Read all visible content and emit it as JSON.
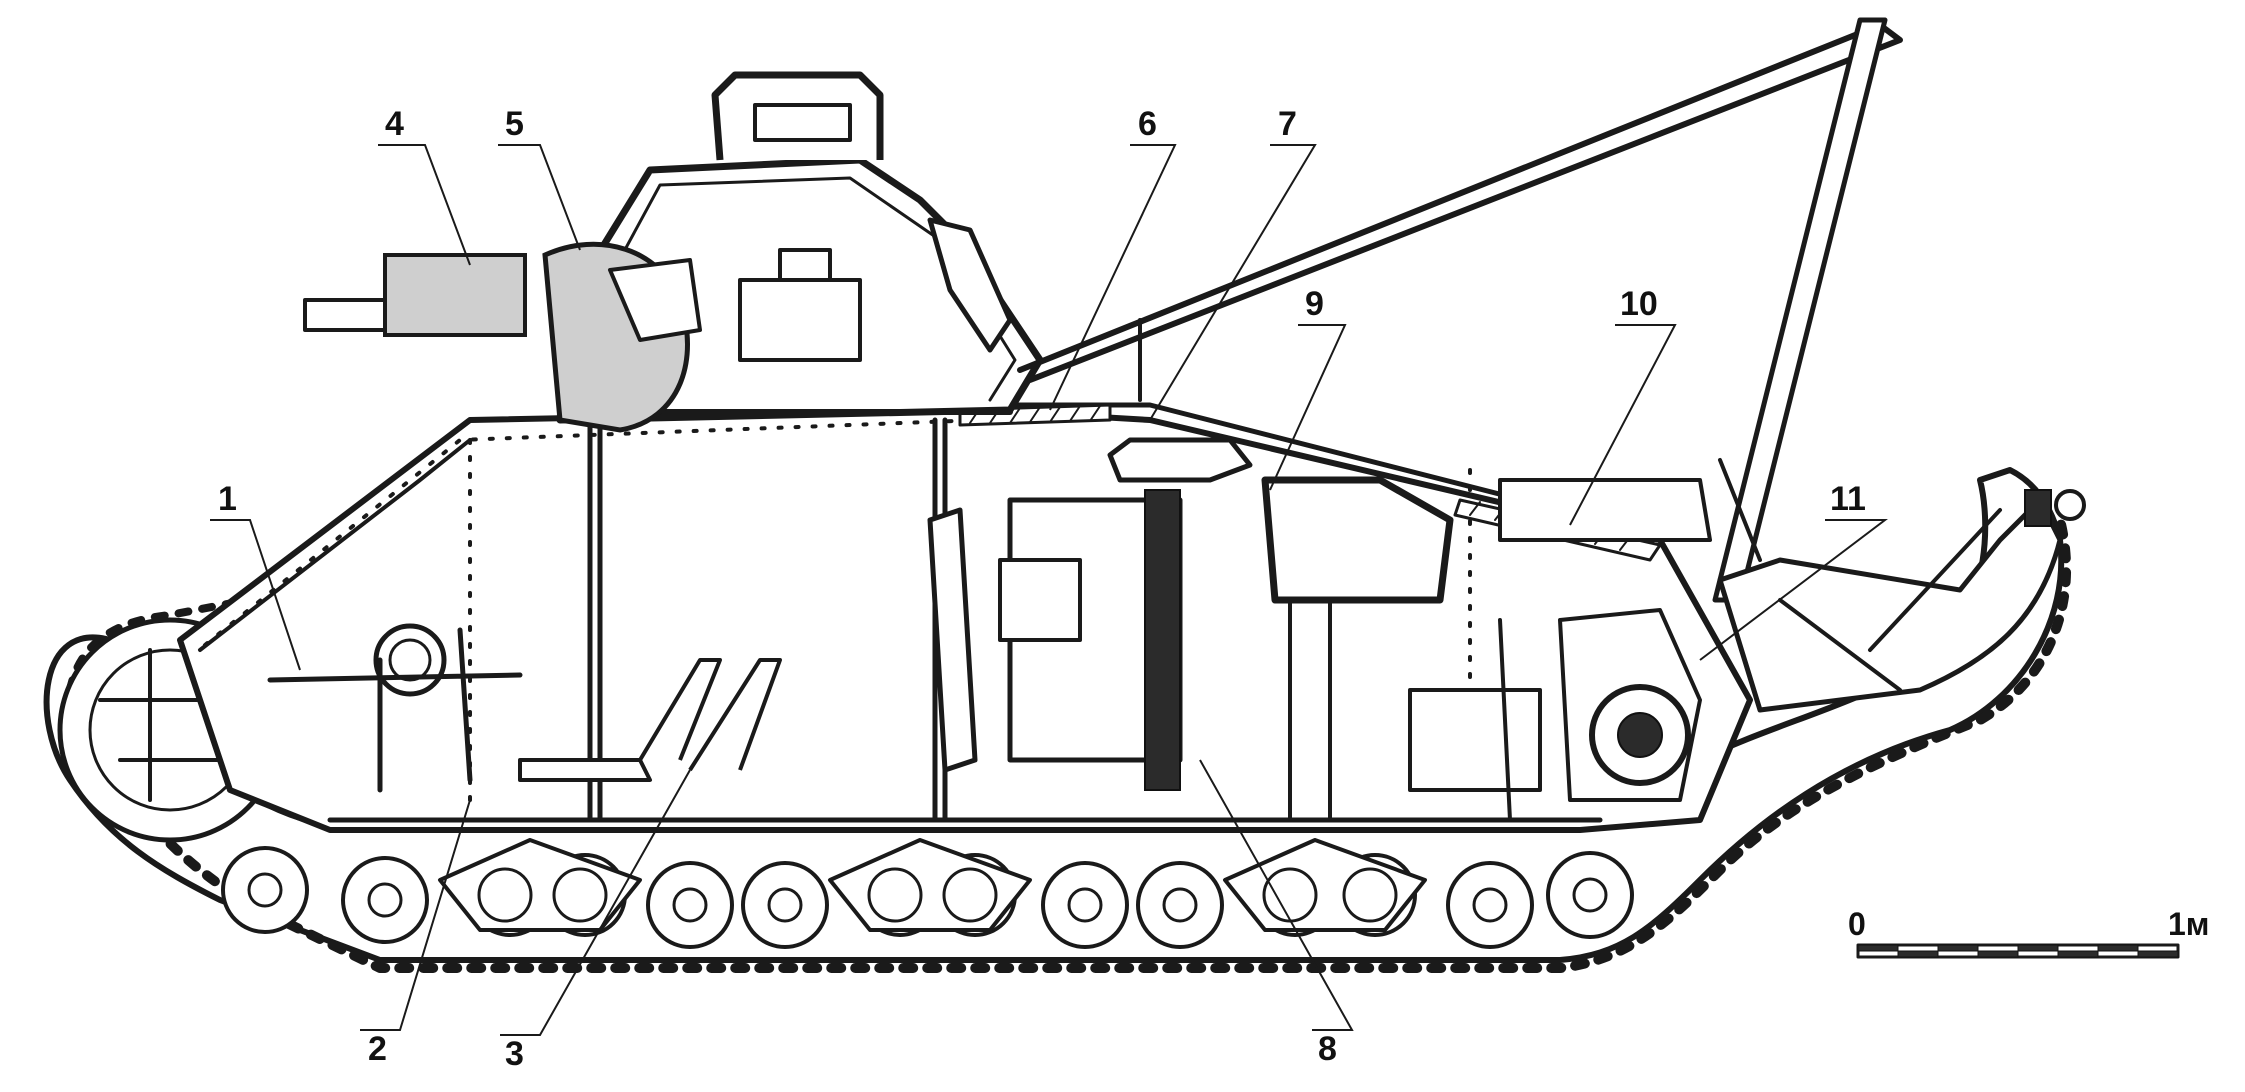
{
  "callouts": [
    {
      "id": "1",
      "label": "1"
    },
    {
      "id": "2",
      "label": "2"
    },
    {
      "id": "3",
      "label": "3"
    },
    {
      "id": "4",
      "label": "4"
    },
    {
      "id": "5",
      "label": "5"
    },
    {
      "id": "6",
      "label": "6"
    },
    {
      "id": "7",
      "label": "7"
    },
    {
      "id": "8",
      "label": "8"
    },
    {
      "id": "9",
      "label": "9"
    },
    {
      "id": "10",
      "label": "10"
    },
    {
      "id": "11",
      "label": "11"
    }
  ],
  "scale_bar": {
    "start_label": "0",
    "end_label": "1м"
  },
  "colors": {
    "ink": "#1a1a1a",
    "paper": "#ffffff",
    "shade": "#cfcfcf",
    "dark": "#2b2b2b"
  }
}
